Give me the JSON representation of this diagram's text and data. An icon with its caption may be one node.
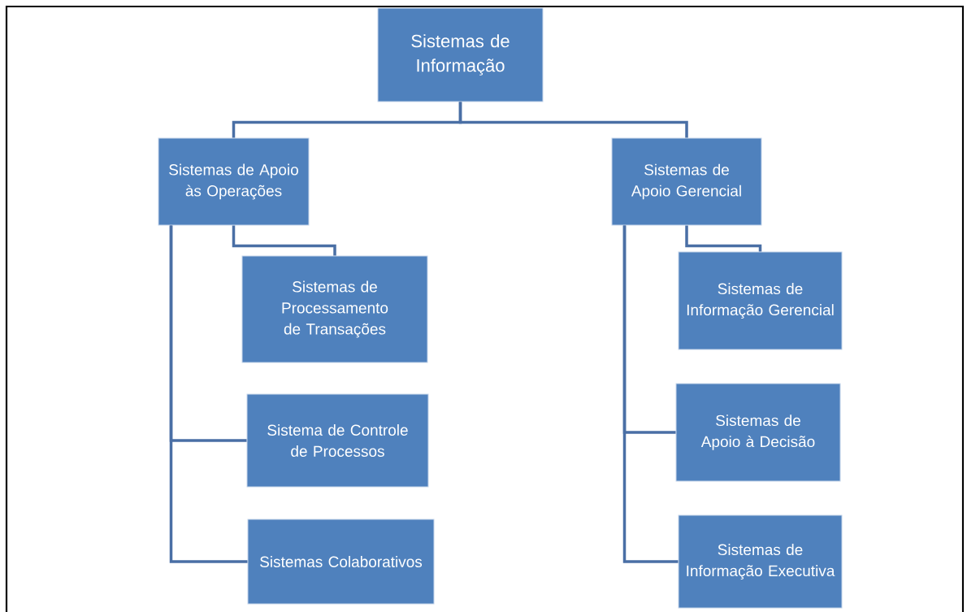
{
  "diagram": {
    "nodes": [
      {
        "text": [
          "Sistemas de Informação"
        ]
      },
      {
        "text": [
          "Sistemas de Apoio às Operações"
        ]
      },
      {
        "text": [
          "Sistemas de Apoio Gerencial"
        ]
      },
      {
        "text": [
          "Sistemas de Processamento de Transações"
        ]
      },
      {
        "text": [
          "Sistema de Controle de Processos"
        ]
      },
      {
        "text": [
          "Sistemas Colaborativos"
        ]
      },
      {
        "text": [
          "Sistemas de Informação Gerencial"
        ]
      },
      {
        "text": [
          "Sistemas de Apoio à Decisão"
        ]
      },
      {
        "text": [
          "Sistemas de Informação Executiva"
        ]
      }
    ],
    "edges": [
      {
        "from": 0,
        "to": 1,
        "arrow": "none"
      },
      {
        "from": 0,
        "to": 2,
        "arrow": "none"
      },
      {
        "from": 1,
        "to": 3,
        "arrow": "none"
      },
      {
        "from": 1,
        "to": 4,
        "arrow": "none"
      },
      {
        "from": 1,
        "to": 5,
        "arrow": "none"
      },
      {
        "from": 2,
        "to": 6,
        "arrow": "none"
      },
      {
        "from": 2,
        "to": 7,
        "arrow": "none"
      },
      {
        "from": 2,
        "to": 8,
        "arrow": "none"
      }
    ]
  }
}
